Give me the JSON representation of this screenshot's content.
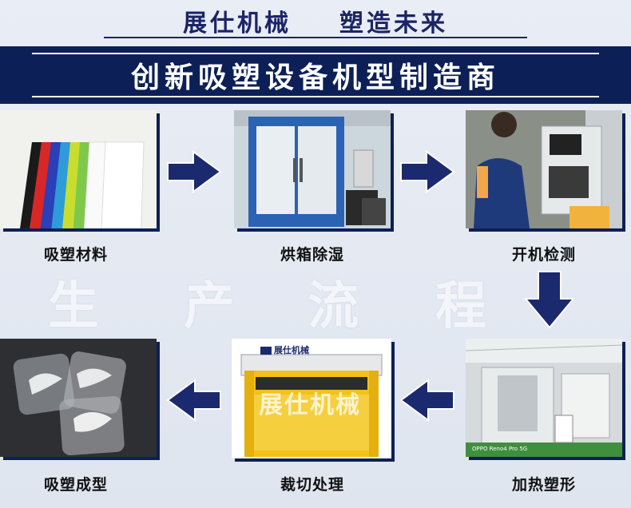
{
  "header": {
    "brand": "展仕机械",
    "slogan": "塑造未来"
  },
  "banner": {
    "title": "创新吸塑设备机型制造商"
  },
  "watermark": [
    "生",
    "产",
    "流",
    "程"
  ],
  "steps": [
    {
      "label": "吸塑材料"
    },
    {
      "label": "烘箱除湿"
    },
    {
      "label": "开机检测"
    },
    {
      "label": "加热塑形"
    },
    {
      "label": "裁切处理"
    },
    {
      "label": "吸塑成型"
    }
  ],
  "photo_texts": {
    "machine_logo": "展仕机械",
    "machine_watermark": "展仕机械",
    "camera_tag": "OPPO Reno4 Pro 5G"
  },
  "colors": {
    "navy": "#0c1f57",
    "arrow": "#1b2a6e",
    "background": "#e4e9f2",
    "machine_yellow": "#f2c21a"
  }
}
